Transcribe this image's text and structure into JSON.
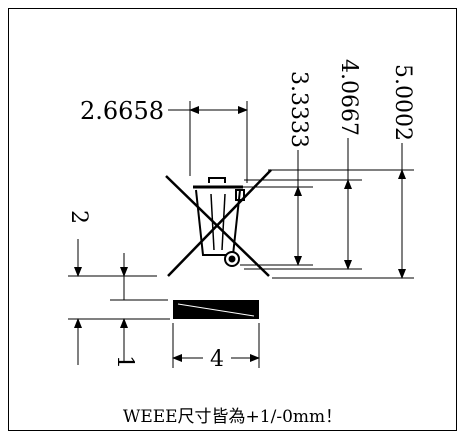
{
  "dimensions": {
    "h_2_6658": "2.6658",
    "v_3_3333": "3.3333",
    "v_4_0667": "4.0667",
    "v_5_0002": "5.0002",
    "v_2": "2",
    "v_1": "1",
    "h_4": "4"
  },
  "symbol": "weee-crossed-out-wheelie-bin",
  "caption": "WEEE尺寸皆為+1/-0mm！",
  "colors": {
    "line": "#000000",
    "background": "#ffffff"
  }
}
